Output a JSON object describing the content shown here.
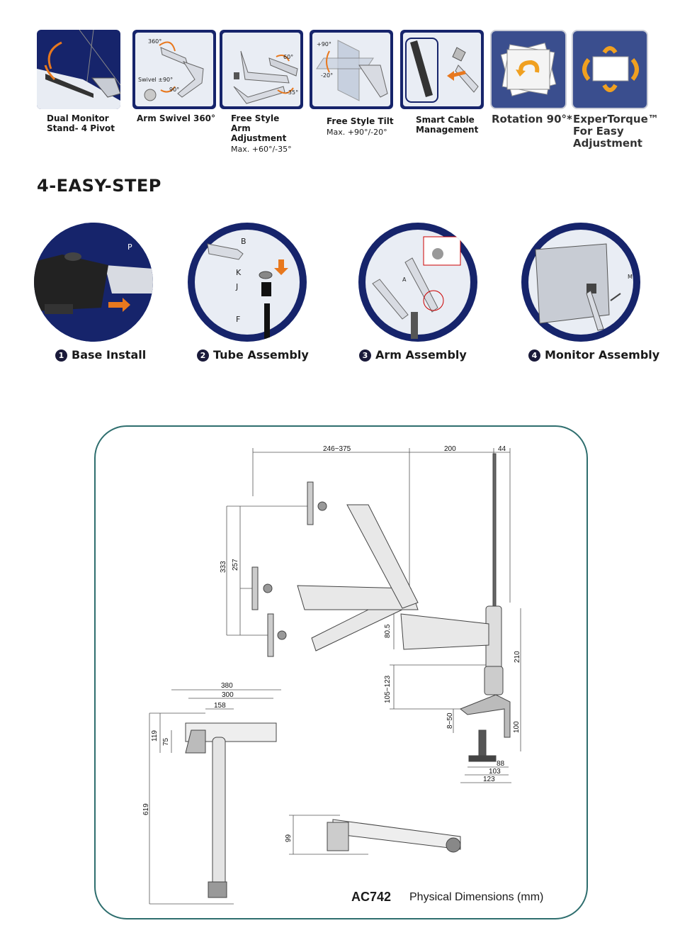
{
  "features": [
    {
      "label": "Dual Monitor Stand- 4 Pivot",
      "sub": ""
    },
    {
      "label": "Arm Swivel 360°",
      "sub": "",
      "tile_texts": [
        "360°",
        "Swivel ±90°",
        "90°"
      ]
    },
    {
      "label": "Free Style Arm Adjustment",
      "sub": "Max. +60°/-35°",
      "tile_texts": [
        "60°",
        "-35°"
      ]
    },
    {
      "label": "Free Style Tilt",
      "sub": "Max. +90°/-20°",
      "tile_texts": [
        "+90°",
        "-20°"
      ]
    },
    {
      "label": "Smart Cable Management",
      "sub": ""
    },
    {
      "label": "Rotation 90°*",
      "sub": ""
    },
    {
      "label": "ExperTorque™ For Easy Adjustment",
      "sub": ""
    }
  ],
  "steps_title": "4-EASY-STEP",
  "steps": [
    {
      "num": "1",
      "label": "Base Install",
      "callouts": [
        "P"
      ]
    },
    {
      "num": "2",
      "label": "Tube Assembly",
      "callouts": [
        "B",
        "K",
        "J",
        "F"
      ]
    },
    {
      "num": "3",
      "label": "Arm Assembly",
      "callouts": [
        "A"
      ]
    },
    {
      "num": "4",
      "label": "Monitor Assembly",
      "callouts": [
        "M"
      ]
    }
  ],
  "dimensions": {
    "model": "AC742",
    "caption": "Physical Dimensions (mm)",
    "labels": {
      "top_reach": "246~375",
      "mid_reach": "200",
      "pole_offset": "44",
      "h_333": "333",
      "h_257": "257",
      "h_80_5": "80.5",
      "h_210": "210",
      "h_105_123": "105~123",
      "h_8_50": "8~50",
      "h_100": "100",
      "w_88": "88",
      "w_103": "103",
      "w_123": "123",
      "w_380": "380",
      "w_300": "300",
      "w_158": "158",
      "h_119": "119",
      "h_75": "75",
      "h_619": "619",
      "h_99": "99"
    }
  },
  "colors": {
    "navy": "#16246b",
    "teal_border": "#2e6e6e",
    "arrow_orange": "#e8781e"
  }
}
